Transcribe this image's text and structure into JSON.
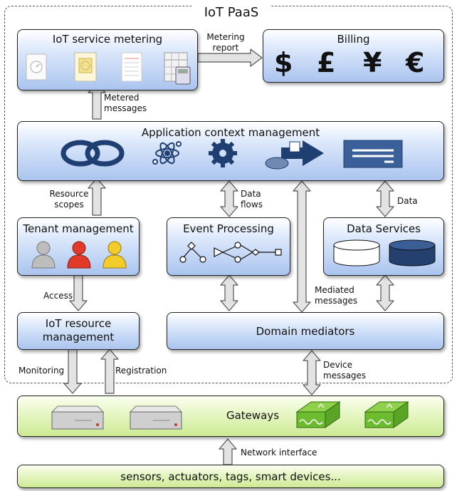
{
  "paas_title": "IoT PaaS",
  "boxes": {
    "metering": "IoT service metering",
    "billing": "Billing",
    "app_context": "Application context management",
    "tenant": "Tenant management",
    "event": "Event Processing",
    "data_services": "Data Services",
    "resource_mgmt_line1": "IoT resource",
    "resource_mgmt_line2": "management",
    "domain_mediators": "Domain mediators",
    "gateways": "Gateways",
    "devices": "sensors, actuators, tags, smart devices..."
  },
  "currency_symbols": [
    "$",
    "£",
    "¥",
    "€"
  ],
  "arrow_labels": {
    "metering_report_1": "Metering",
    "metering_report_2": "report",
    "metered_1": "Metered",
    "metered_2": "messages",
    "resource_scopes_1": "Resource",
    "resource_scopes_2": "scopes",
    "data_flows_1": "Data",
    "data_flows_2": "flows",
    "data": "Data",
    "access": "Access",
    "mediated_1": "Mediated",
    "mediated_2": "messages",
    "monitoring": "Monitoring",
    "registration": "Registration",
    "device_1": "Device",
    "device_2": "messages",
    "network_interface": "Network interface"
  }
}
